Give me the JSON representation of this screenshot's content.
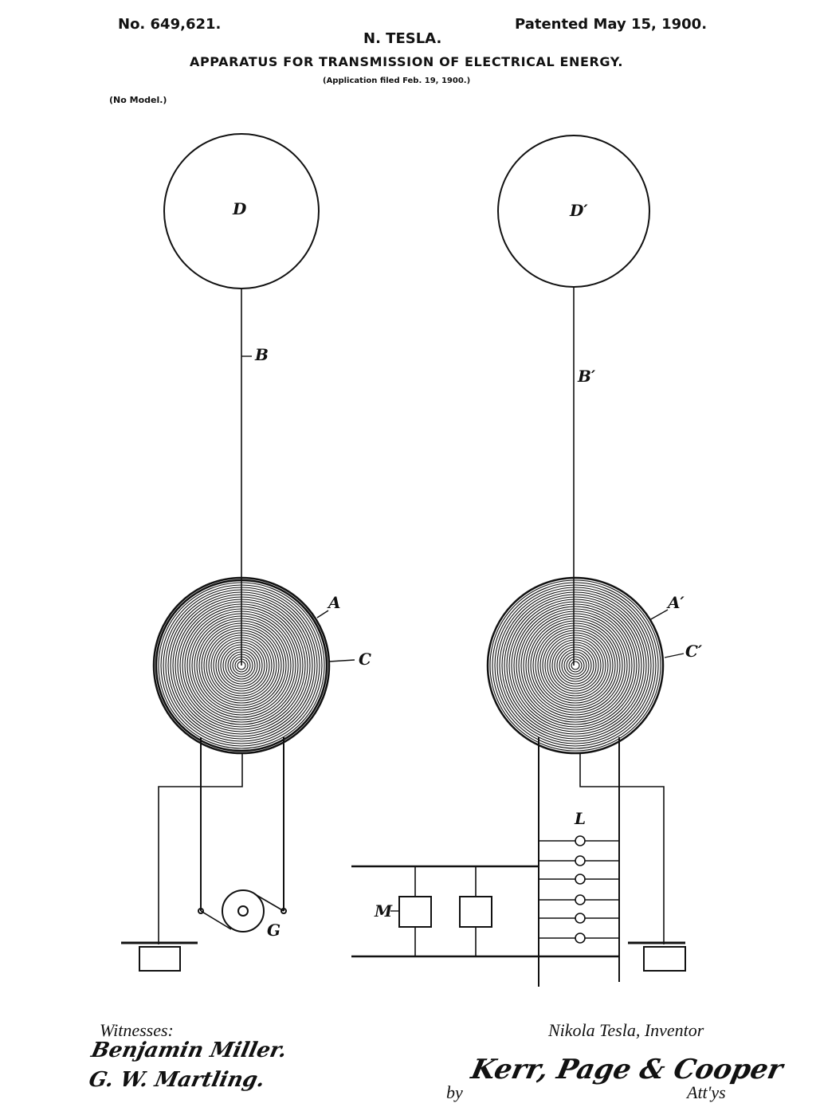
{
  "header": {
    "patent_number": "No. 649,621.",
    "patent_date": "Patented May 15, 1900.",
    "inventor_header": "N. TESLA.",
    "title": "APPARATUS FOR TRANSMISSION OF ELECTRICAL ENERGY.",
    "application": "(Application filed Feb. 19, 1900.)",
    "model_note": "(No Model.)"
  },
  "labels": {
    "D": "D",
    "D_prime": "D′",
    "B": "B",
    "B_prime": "B′",
    "A": "A",
    "A_prime": "A′",
    "C": "C",
    "C_prime": "C′",
    "G": "G",
    "L": "L",
    "M": "M"
  },
  "footer": {
    "witnesses_label": "Witnesses:",
    "witness_1": "Benjamin Miller.",
    "witness_2": "G. W. Martling.",
    "inventor_line": "Nikola Tesla,  Inventor",
    "by": "by",
    "attorneys_signature": "Kerr, Page & Cooper",
    "attorneys_label": "Att'ys"
  },
  "colors": {
    "ink": "#111111",
    "paper": "#ffffff"
  }
}
